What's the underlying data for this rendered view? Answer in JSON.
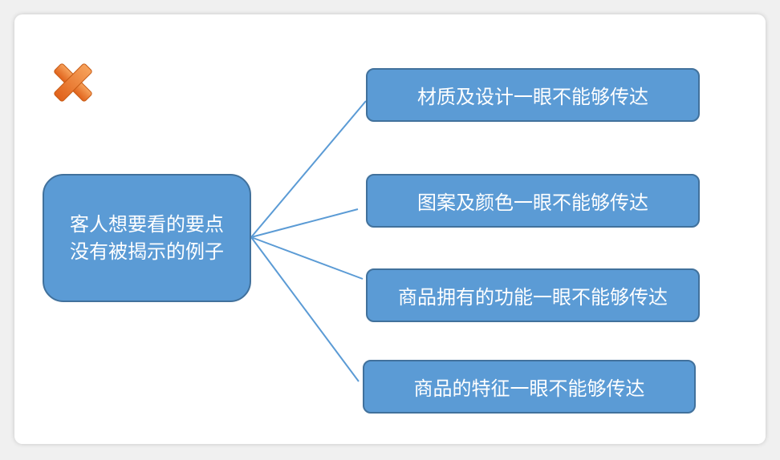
{
  "root": {
    "line1": "客人想要看的要点",
    "line2": "没有被揭示的例子"
  },
  "branches": [
    {
      "label": "材质及设计一眼不能够传达"
    },
    {
      "label": "图案及颜色一眼不能够传达"
    },
    {
      "label": "商品拥有的功能一眼不能够传达"
    },
    {
      "label": "商品的特征一眼不能够传达"
    }
  ],
  "icons": {
    "x_mark": "cross-icon"
  },
  "colors": {
    "box_fill": "#5b9bd5",
    "box_border": "#41719c",
    "connector": "#5b9bd5",
    "x_mark": "#ed7d31"
  }
}
